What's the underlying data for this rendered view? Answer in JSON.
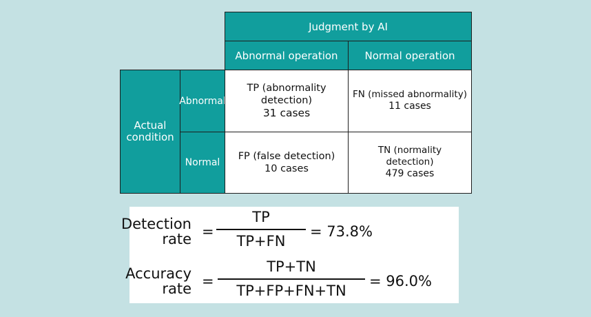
{
  "matrix": {
    "column_group_header": "Judgment by AI",
    "column_headers": [
      "Abnormal operation",
      "Normal operation"
    ],
    "row_group_header": [
      "Actual",
      "condition"
    ],
    "row_headers": [
      "Abnormal",
      "Normal"
    ],
    "cells": {
      "tp": {
        "lines": [
          "TP (abnormality",
          "detection)"
        ],
        "count": "31 cases"
      },
      "fn": {
        "lines": [
          "FN (missed abnormality)"
        ],
        "count": "11 cases"
      },
      "fp": {
        "lines": [
          "FP (false detection)"
        ],
        "count": "10 cases"
      },
      "tn": {
        "lines": [
          "TN (normality",
          "detection)"
        ],
        "count": "479 cases"
      }
    }
  },
  "formulas": {
    "detection": {
      "label": [
        "Detection",
        "rate"
      ],
      "equals": "=",
      "numerator": "TP",
      "denominator": "TP+FN",
      "result": "= 73.8%"
    },
    "accuracy": {
      "label": [
        "Accuracy",
        "rate"
      ],
      "equals": "=",
      "numerator": "TP+TN",
      "denominator": "TP+FP+FN+TN",
      "result": "= 96.0%"
    }
  },
  "colors": {
    "background": "#c4e1e3",
    "teal": "#119e9d",
    "cell": "#ffffff",
    "border": "#1d1d1d"
  }
}
